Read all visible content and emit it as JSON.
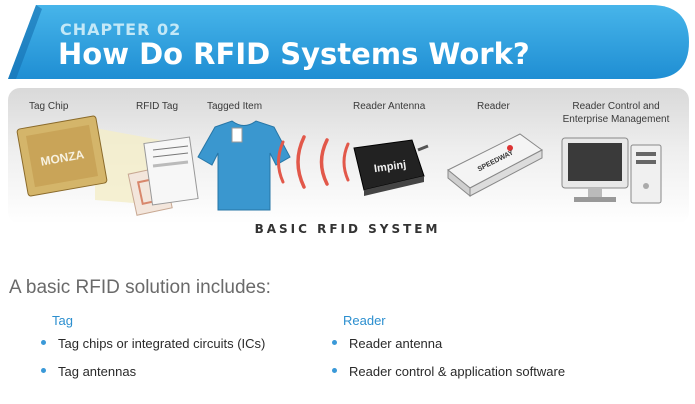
{
  "header": {
    "chapter": "CHAPTER 02",
    "title": "How Do RFID Systems Work?"
  },
  "diagram": {
    "labels": {
      "tag_chip": "Tag Chip",
      "rfid_tag": "RFID Tag",
      "tagged_item": "Tagged Item",
      "reader_antenna": "Reader Antenna",
      "reader": "Reader",
      "reader_control_1": "Reader Control and",
      "reader_control_2": "Enterprise Management"
    },
    "chip_brand": "MONZA",
    "antenna_brand": "Impinj",
    "reader_brand": "SPEEDWAY",
    "caption": "BASIC RFID SYSTEM"
  },
  "content": {
    "heading": "A basic RFID solution includes:",
    "columns": [
      {
        "title": "Tag",
        "items": [
          "Tag chips or integrated circuits (ICs)",
          "Tag antennas"
        ]
      },
      {
        "title": "Reader",
        "items": [
          "Reader antenna",
          "Reader control & application software"
        ]
      }
    ]
  },
  "colors": {
    "banner_blue": "#2fa4e0",
    "banner_dark": "#1a7fc0",
    "wave_red": "#e2584a",
    "accent_text": "#2c8fcf"
  }
}
